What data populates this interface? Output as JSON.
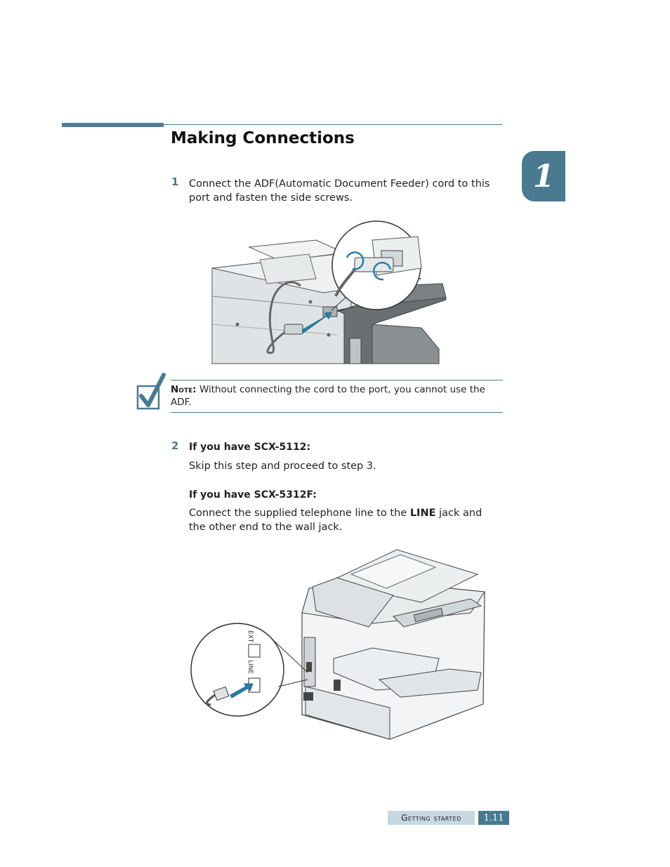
{
  "section": {
    "title": "Making Connections"
  },
  "chapter_tab": {
    "number": "1"
  },
  "step1": {
    "number": "1",
    "text": "Connect the ADF(Automatic Document Feeder) cord to this port and fasten the side screws."
  },
  "note": {
    "label": "Note:",
    "text": "Without connecting the cord to the port, you cannot use the ADF."
  },
  "step2": {
    "number": "2",
    "heading_a": "If you have SCX-5112:",
    "text_a": "Skip this step and proceed to step 3.",
    "heading_b": "If you have SCX-5312F:",
    "text_b_pre": "Connect the supplied telephone line to the ",
    "text_b_bold": "LINE",
    "text_b_post": " jack and the other end to the wall jack."
  },
  "figure2": {
    "label_ext": "EXT",
    "label_line": "LINE"
  },
  "footer": {
    "section": "Getting started",
    "page": "1.11"
  },
  "colors": {
    "accent": "#4a7a90",
    "footer_light": "#c6d9e3"
  }
}
